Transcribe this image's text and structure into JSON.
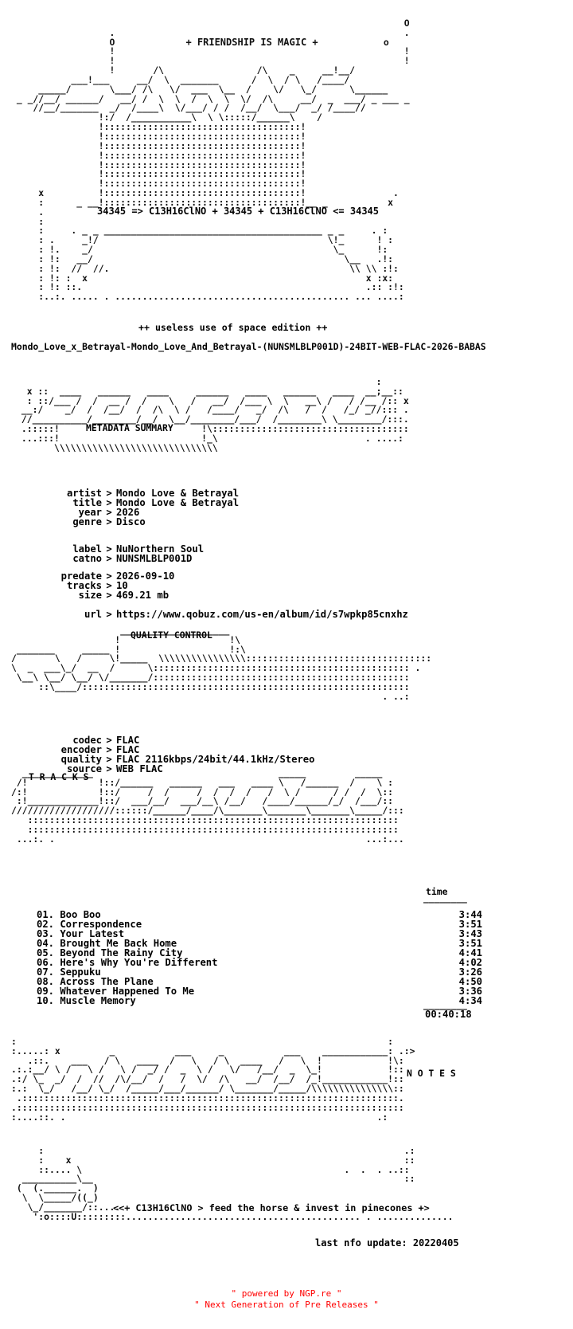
{
  "header": {
    "banner": "+ FRIENDSHIP IS MAGIC +",
    "formula": "34345 => C13H16ClNO + 34345 + C13H16ClNO <= 34345"
  },
  "edition": "++ useless use of space edition ++",
  "release_name": "Mondo_Love_x_Betrayal-Mondo_Love_And_Betrayal-(NUNSMLBLP001D)-24BIT-WEB-FLAC-2026-BABAS",
  "sections": {
    "metadata_title": "METADATA SUMMARY",
    "quality_title": "QUALITY CONTROL",
    "tracks_title": "T R A C K S",
    "notes_title": "N O T E S"
  },
  "metadata": [
    {
      "key": "artist",
      "value": "Mondo Love & Betrayal"
    },
    {
      "key": "title",
      "value": "Mondo Love & Betrayal"
    },
    {
      "key": "year",
      "value": "2026"
    },
    {
      "key": "genre",
      "value": "Disco"
    },
    {
      "key": "label",
      "value": "NuNorthern Soul"
    },
    {
      "key": "catno",
      "value": "NUNSMLBLP001D"
    },
    {
      "key": "predate",
      "value": "2026-09-10"
    },
    {
      "key": "tracks",
      "value": "10"
    },
    {
      "key": "size",
      "value": "469.21 mb"
    },
    {
      "key": "url",
      "value": "https://www.qobuz.com/us-en/album/id/s7wpkp85cnxhz"
    }
  ],
  "quality": [
    {
      "key": "codec",
      "value": "FLAC"
    },
    {
      "key": "encoder",
      "value": "FLAC"
    },
    {
      "key": "quality",
      "value": "FLAC 2116kbps/24bit/44.1kHz/Stereo"
    },
    {
      "key": "source",
      "value": "WEB FLAC"
    }
  ],
  "tracklist": {
    "time_header": "time",
    "items": [
      {
        "label": "01. Boo Boo",
        "time": "3:44"
      },
      {
        "label": "02. Correspondence",
        "time": "3:51"
      },
      {
        "label": "03. Your Latest",
        "time": "3:43"
      },
      {
        "label": "04. Brought Me Back Home",
        "time": "3:51"
      },
      {
        "label": "05. Beyond The Rainy City",
        "time": "4:41"
      },
      {
        "label": "06. Here's Why You're Different",
        "time": "4:02"
      },
      {
        "label": "07. Seppuku",
        "time": "3:26"
      },
      {
        "label": "08. Across The Plane",
        "time": "4:50"
      },
      {
        "label": "09. Whatever Happened To Me",
        "time": "3:36"
      },
      {
        "label": "10. Muscle Memory",
        "time": "4:34"
      }
    ],
    "total": "00:40:18"
  },
  "notes_line": "<<+ C13H16ClNO > feed the horse & invest in pinecones +>",
  "last_update": "last nfo update: 20220405",
  "footer": {
    "line1": "\" powered by NGP.re \"",
    "line2": "\" Next Generation of Pre Releases \""
  },
  "colors": {
    "text": "#000000",
    "footer": "#ff0000",
    "background": "#ffffff"
  }
}
